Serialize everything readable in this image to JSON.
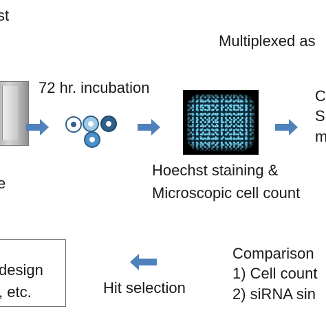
{
  "top_left_fragment": "st",
  "top_right_label": "Multiplexed as",
  "incubation_label": "72 hr. incubation",
  "staining_line1": "Hoechst staining &",
  "staining_line2": "Microscopic cell count",
  "left_fragment_e": "e",
  "right_fragments": [
    "C",
    "S",
    "m"
  ],
  "design_line1": "design",
  "design_line2": ", etc.",
  "hit_selection": "Hit selection",
  "comparison_title": "Comparison",
  "comparison_items": [
    "1) Cell count",
    "2) siRNA sin"
  ],
  "colors": {
    "arrow": "#4f81bd",
    "cell_dark": "#2f5f8a",
    "cell_mid": "#4a90c9",
    "cell_light": "#9ecae8"
  }
}
